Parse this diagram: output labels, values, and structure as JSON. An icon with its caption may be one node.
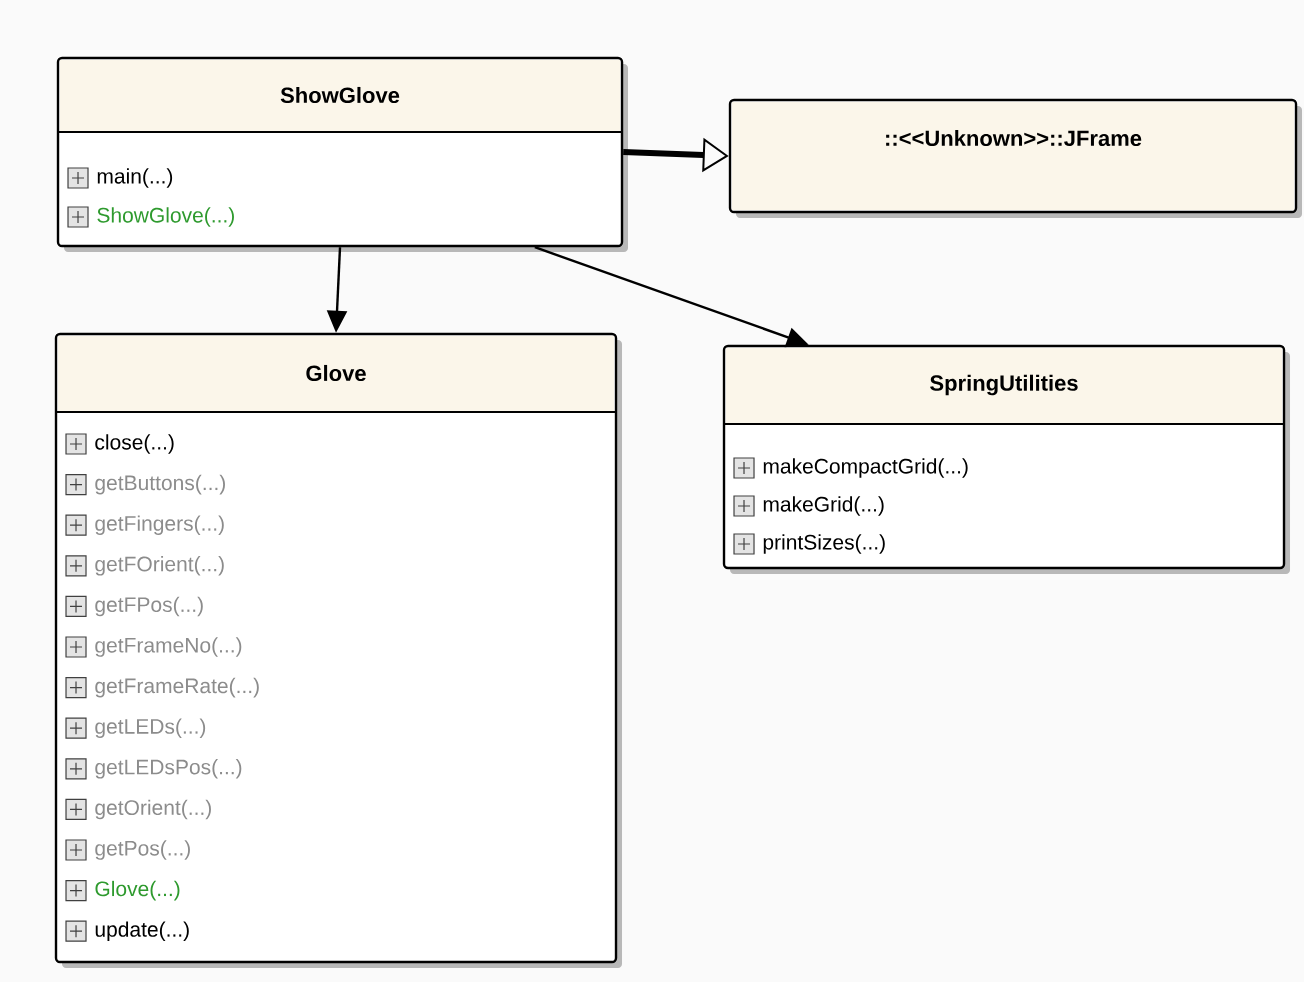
{
  "diagram": {
    "nodes": [
      {
        "text": [
          "ShowGlove",
          "main(...)",
          "ShowGlove(...)"
        ]
      },
      {
        "text": [
          "::<<Unknown>>::JFrame"
        ]
      },
      {
        "text": [
          "Glove",
          "close(...)",
          "getButtons(...)",
          "getFingers(...)",
          "getFOrient(...)",
          "getFPos(...)",
          "getFrameNo(...)",
          "getFrameRate(...)",
          "getLEDs(...)",
          "getLEDsPos(...)",
          "getOrient(...)",
          "getPos(...)",
          "Glove(...)",
          "update(...)"
        ]
      },
      {
        "text": [
          "SpringUtilities",
          "makeCompactGrid(...)",
          "makeGrid(...)",
          "printSizes(...)"
        ]
      }
    ],
    "edges": [
      {
        "from": 0,
        "to": 1,
        "arrow": "to",
        "style": "thick"
      },
      {
        "from": 0,
        "to": 2,
        "arrow": "to"
      },
      {
        "from": 0,
        "to": 3,
        "arrow": "to"
      }
    ]
  }
}
